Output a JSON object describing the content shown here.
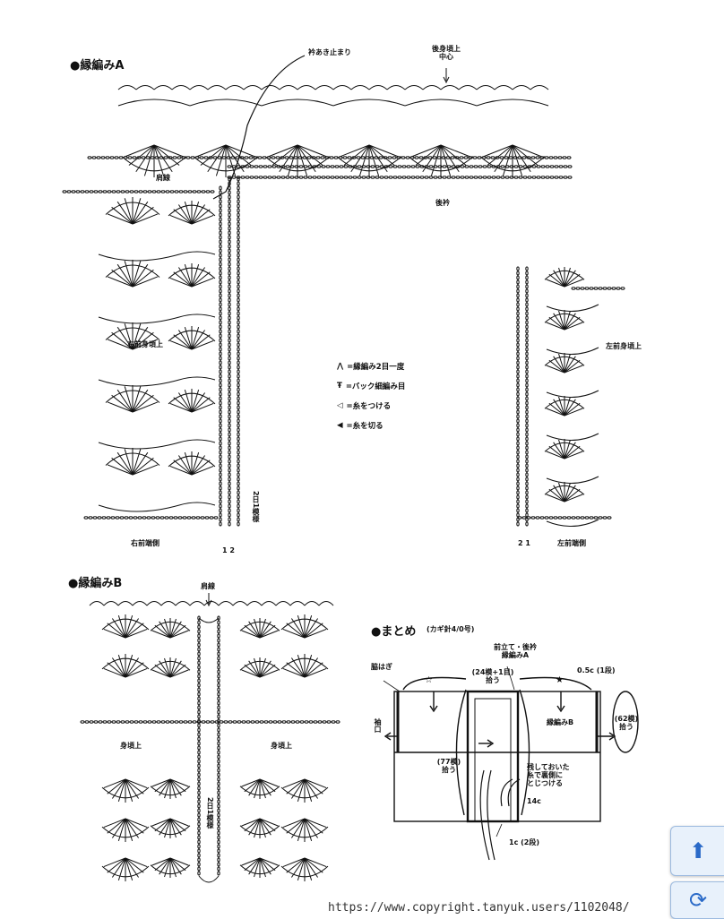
{
  "sections": {
    "a_title": "●縁編みA",
    "b_title": "●縁編みB",
    "c_title": "●まとめ",
    "c_sub": "(カギ針4/0号)"
  },
  "labels_a": {
    "collar_stop": "衿あき止まり",
    "back_top_center_1": "後身頃上",
    "back_top_center_2": "中心",
    "shoulder": "肩線",
    "back_neck": "後衿",
    "right_front_top": "右前身頃上",
    "left_front_top": "左前身頃上",
    "right_front_side": "右前端側",
    "left_front_side": "左前端側",
    "rows_note": "2日1模様",
    "row_nums_left": "1 2",
    "row_nums_right": "2 1"
  },
  "legend": [
    {
      "sym": "⋀",
      "text": "=縁編み2目一度"
    },
    {
      "sym": "Ŧ",
      "text": "=バック細編み目"
    },
    {
      "sym": "◁",
      "text": "=糸をつける"
    },
    {
      "sym": "◀",
      "text": "=糸を切る"
    }
  ],
  "labels_b": {
    "shoulder": "肩線",
    "body_top_left": "身頃上",
    "body_top_right": "身頃上",
    "rows_note": "2日1模様"
  },
  "labels_c": {
    "stand_collar_1": "前立て・後衿",
    "stand_collar_2": "縁編みA",
    "side_seam": "脇はぎ",
    "pick_top_1": "(24模+1目)",
    "pick_top_2": "拾う",
    "half_stitch": "0.5c (1段)",
    "sleeve_opening": "袖口",
    "edge_b": "縁編みB",
    "sleeve_pick_1": "(62模)",
    "sleeve_pick_2": "拾う",
    "front_pick_1": "(77模)",
    "front_pick_2": "拾う",
    "remain_1": "残しておいた",
    "remain_2": "糸で裏側に",
    "remain_3": "とじつける",
    "length_14": "14c",
    "width_1": "1c (2段)",
    "star_white": "☆",
    "star_black": "★"
  },
  "watermark": "https://www.copyright.tanyuk.users/1102048/",
  "nav": {
    "up_icon": "⬆",
    "refresh_icon": "⟳"
  },
  "colors": {
    "ink": "#111111",
    "nav_bg": "#e8f1fb",
    "nav_icon": "#2a6ac8"
  }
}
